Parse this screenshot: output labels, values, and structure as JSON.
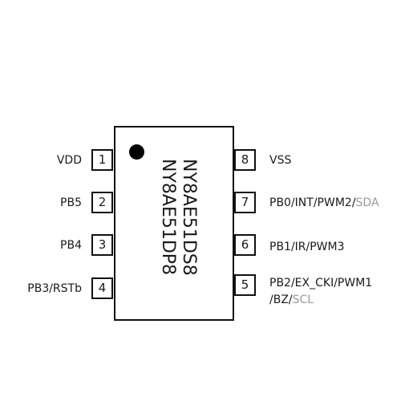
{
  "part_numbers": [
    "NY8AE51DS8",
    "NY8AE51DP8"
  ],
  "left_pins": [
    {
      "number": "1",
      "label": "VDD"
    },
    {
      "number": "2",
      "label": "PB5"
    },
    {
      "number": "3",
      "label": "PB4"
    },
    {
      "number": "4",
      "label": "PB3/RSTb"
    }
  ],
  "right_pins": [
    {
      "number": "8",
      "label": "VSS",
      "label_alt": ""
    },
    {
      "number": "7",
      "label": "PB0/INT/PWM2/",
      "label_alt": "SDA"
    },
    {
      "number": "6",
      "label": "PB1/IR/PWM3",
      "label_alt": ""
    },
    {
      "number": "5",
      "label": "PB2/EX_CKI/PWM1",
      "label2": "/BZ/",
      "label_alt": "SCL"
    }
  ],
  "colors": {
    "outline": "#111111",
    "text": "#1a1a1a",
    "muted_text": "#9a9a9a",
    "dot": "#000000"
  }
}
